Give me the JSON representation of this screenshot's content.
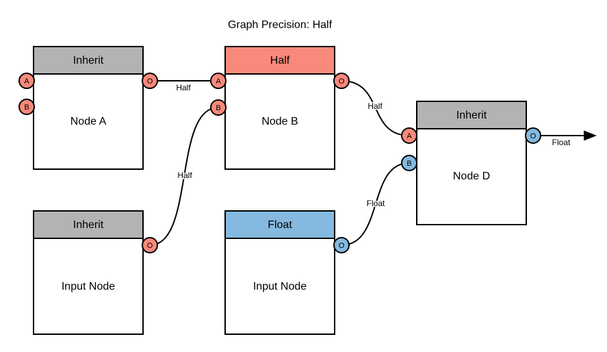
{
  "title": "Graph Precision: Half",
  "colors": {
    "inherit": "#B3B3B3",
    "half": "#F8897B",
    "float": "#85B9E0",
    "stroke": "#000000",
    "background": "#FFFFFF"
  },
  "nodes": {
    "node_a": {
      "header": "Inherit",
      "label": "Node A",
      "ports": {
        "a": "A",
        "b": "B",
        "o": "O"
      }
    },
    "node_b": {
      "header": "Half",
      "label": "Node B",
      "ports": {
        "a": "A",
        "b": "B",
        "o": "O"
      }
    },
    "node_d": {
      "header": "Inherit",
      "label": "Node D",
      "ports": {
        "a": "A",
        "b": "B",
        "o": "O"
      }
    },
    "input_node_1": {
      "header": "Inherit",
      "label": "Input Node",
      "ports": {
        "o": "O"
      }
    },
    "input_node_2": {
      "header": "Float",
      "label": "Input Node",
      "ports": {
        "o": "O"
      }
    }
  },
  "edges": {
    "node_a_to_node_b": {
      "label": "Half"
    },
    "input_1_to_node_b": {
      "label": "Half"
    },
    "node_b_to_node_d": {
      "label": "Half"
    },
    "input_2_to_node_d": {
      "label": "Float"
    },
    "node_d_output": {
      "label": "Float"
    }
  }
}
